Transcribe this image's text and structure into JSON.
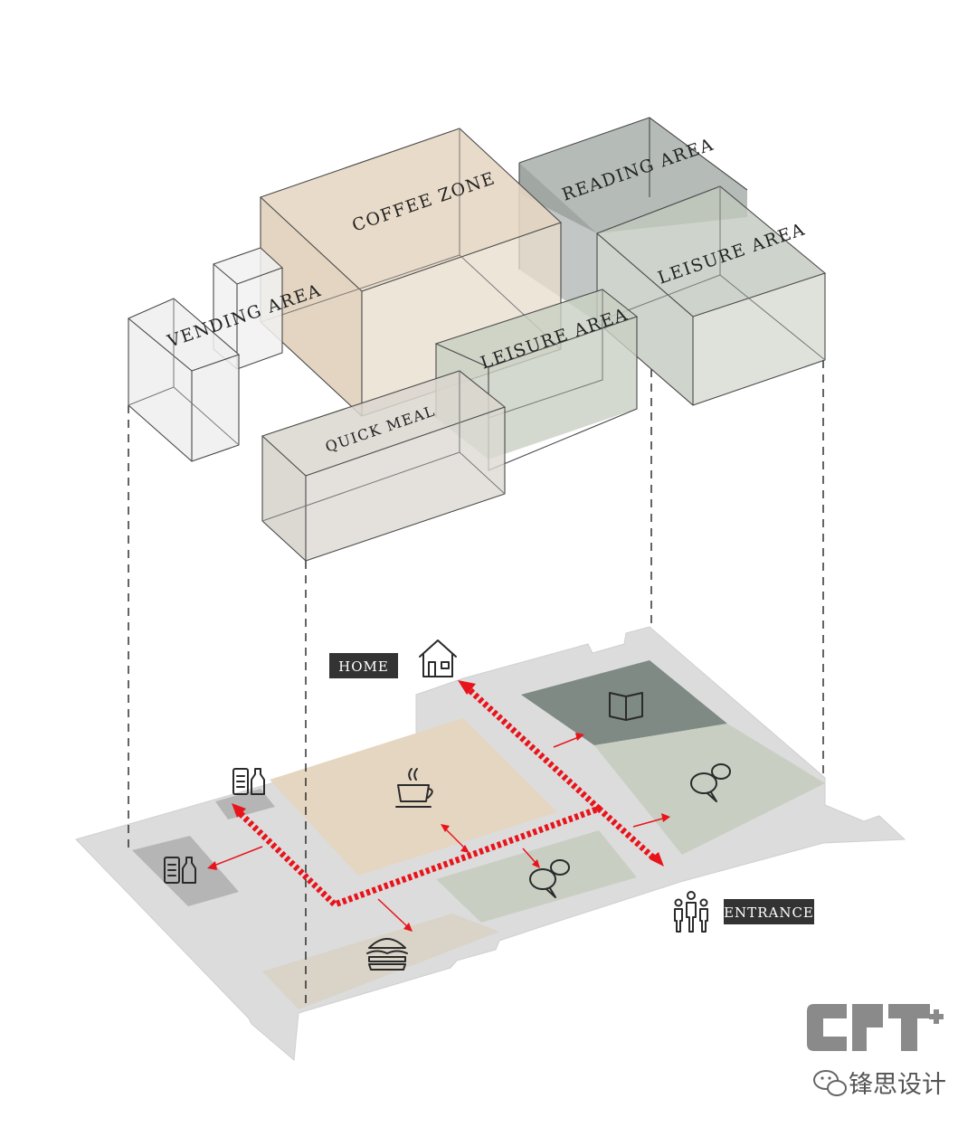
{
  "volumes": {
    "coffee_zone": "COFFEE ZONE",
    "reading_area": "READING AREA",
    "leisure_area_right": "LEISURE AREA",
    "vending_area": "VENDING AREA",
    "leisure_area_center": "LEISURE AREA",
    "quick_meal": "QUICK MEAL"
  },
  "tags": {
    "home": "HOME",
    "entrance": "ENTRANCE"
  },
  "brand": {
    "logo_text": "CPT",
    "name_cn": "锋思设计"
  },
  "icons": {
    "home": "house-icon",
    "entrance": "people-group-icon",
    "reading": "open-book-icon",
    "leisure": "speech-bubbles-icon",
    "coffee": "coffee-cup-icon",
    "quick_meal": "burger-icon",
    "vending": "vending-machine-icon",
    "wechat": "wechat-icon"
  },
  "colors": {
    "coffee": "#e5d6c1",
    "reading": "#7f8a85",
    "leisure": "#c8cfc2",
    "quick_meal": "#d9d3c8",
    "vending": "#b5b5b5",
    "floor": "#dcdcdc",
    "route": "#e8141b"
  }
}
